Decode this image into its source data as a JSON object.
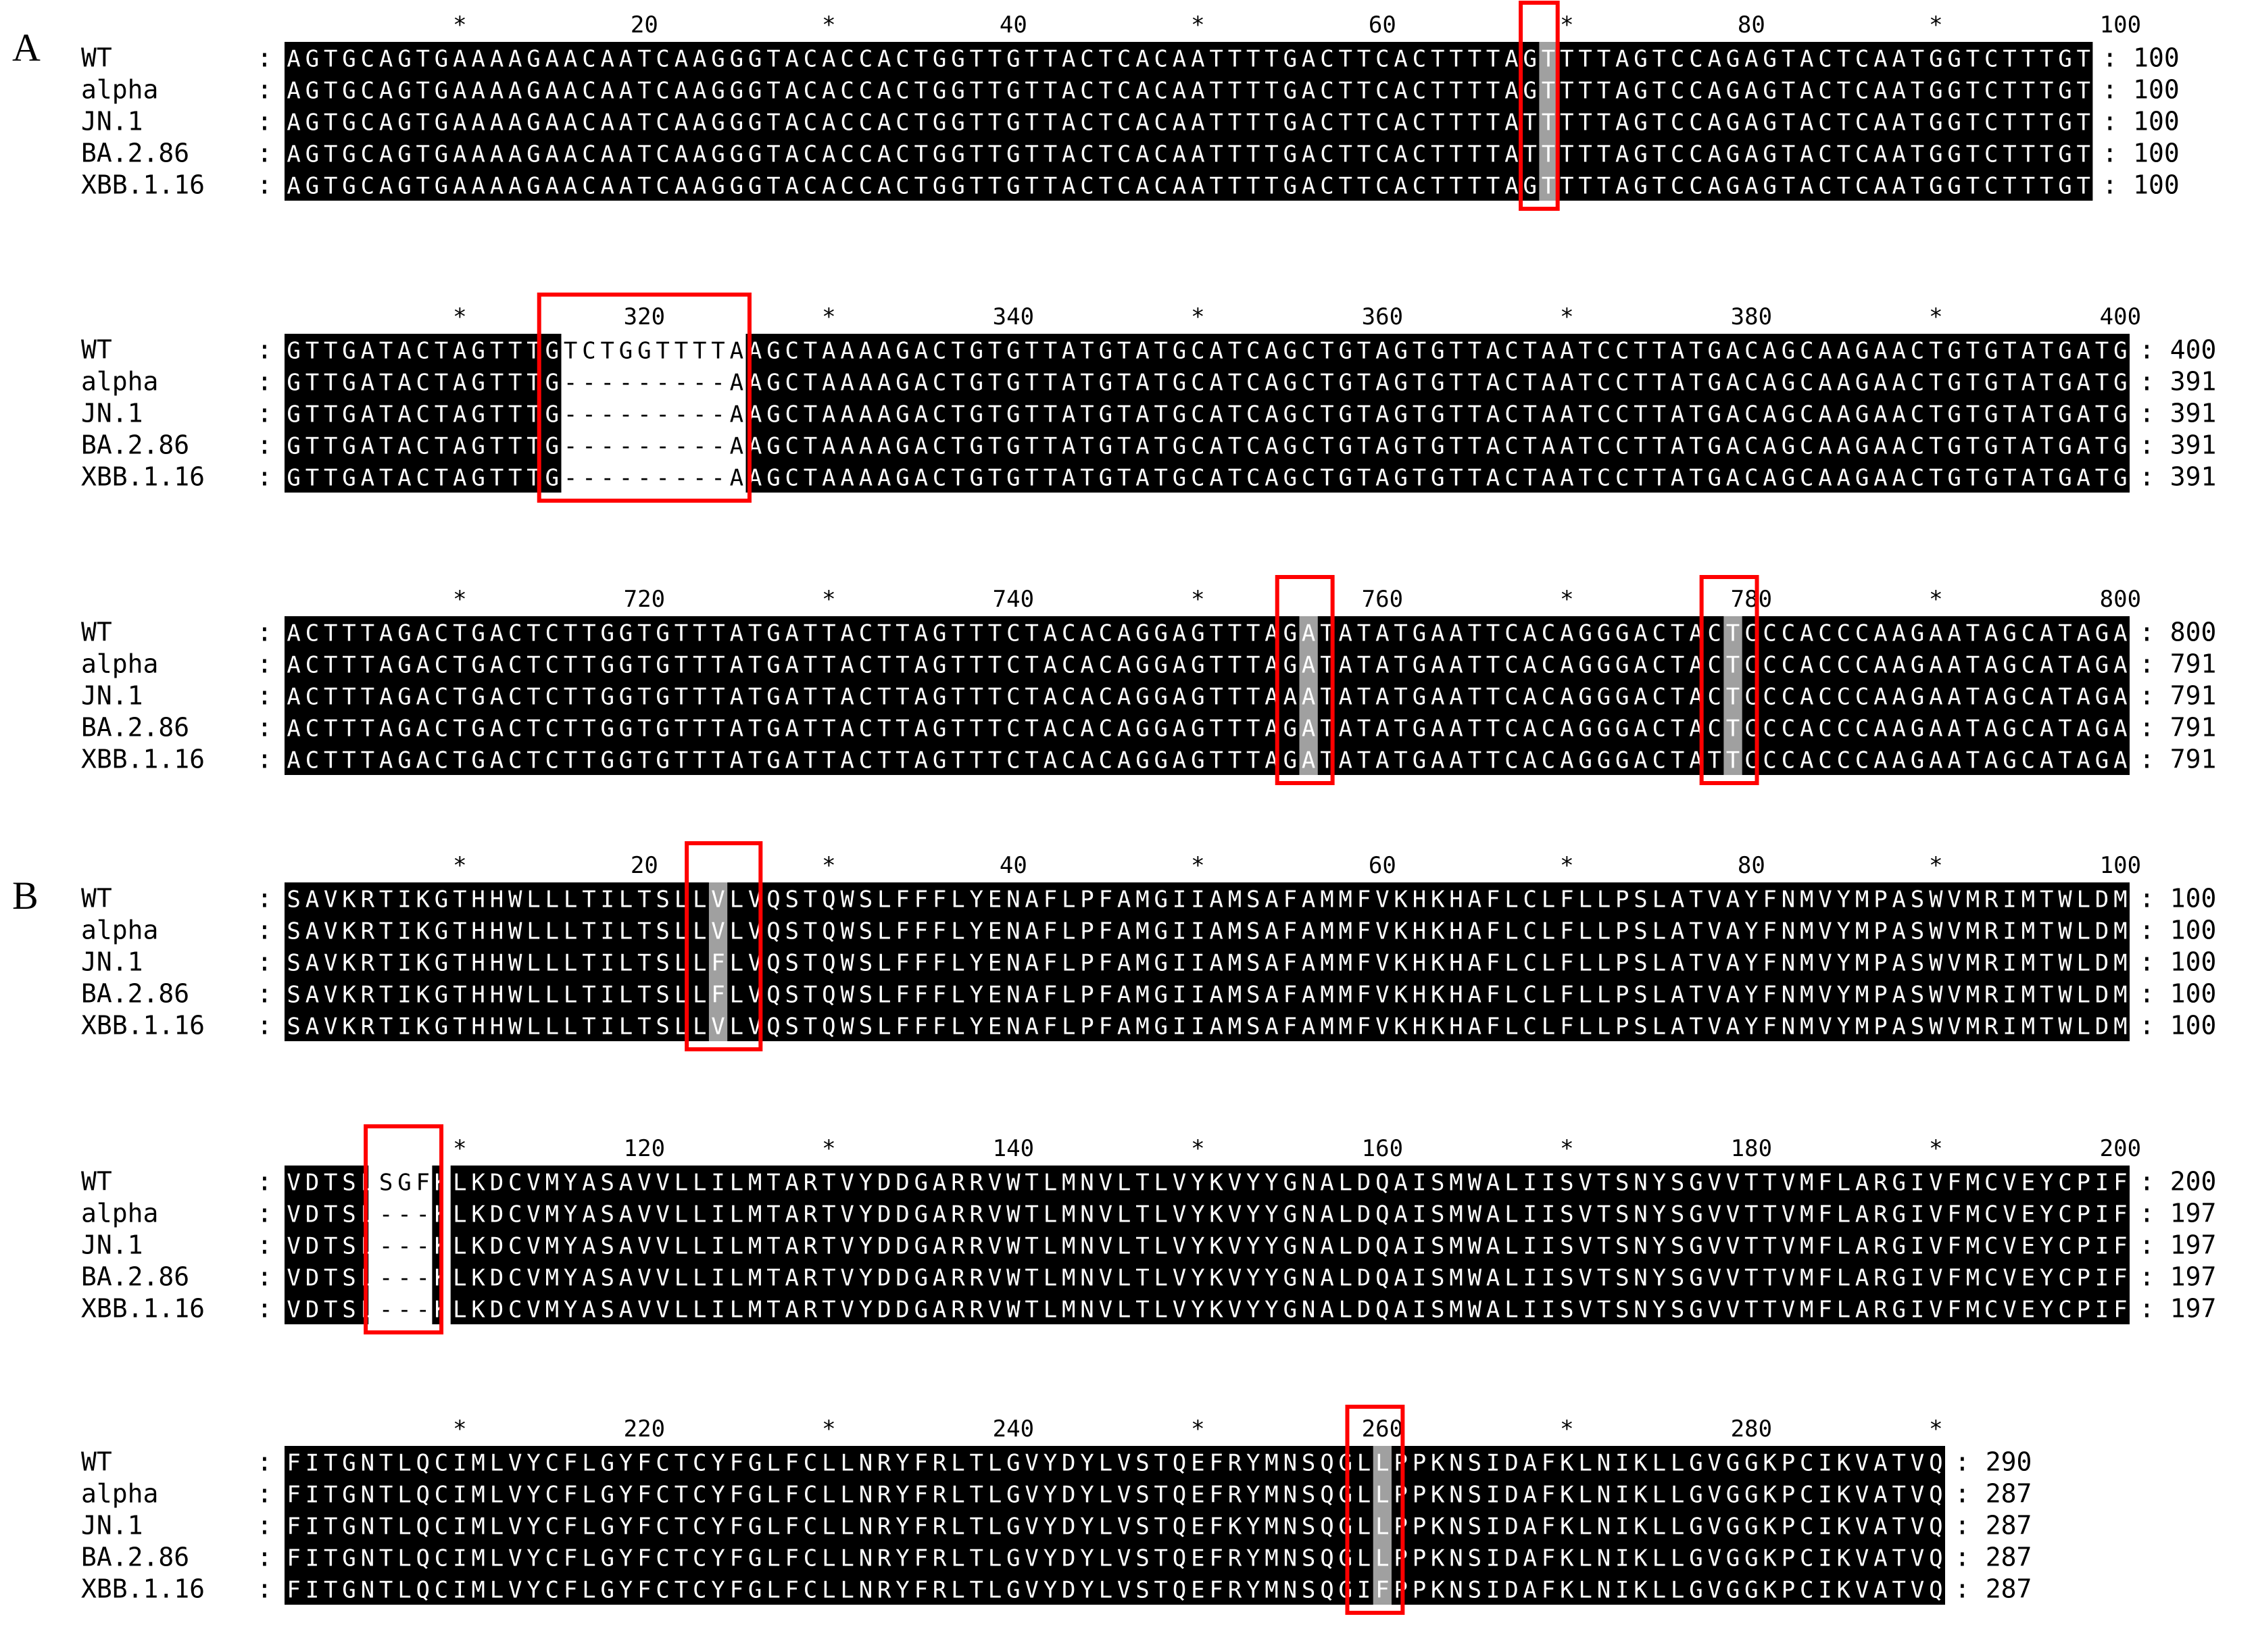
{
  "panels": [
    {
      "letter": "A",
      "blocks": [
        {
          "ruler": [
            "*",
            "20",
            "*",
            "40",
            "*",
            "60",
            "*",
            "80",
            "*",
            "100"
          ],
          "rows": [
            {
              "name": "WT",
              "seq": "AGTGCAGTGAAAAGAACAATCAAGGGTACACCACTGGTTGTTACTCACAATTTTGACTTCACTTTTAGTTTTAGTCCAGAGTACTCAATGGTCTTTGT",
              "end": "100"
            },
            {
              "name": "alpha",
              "seq": "AGTGCAGTGAAAAGAACAATCAAGGGTACACCACTGGTTGTTACTCACAATTTTGACTTCACTTTTAGTTTTAGTCCAGAGTACTCAATGGTCTTTGT",
              "end": "100"
            },
            {
              "name": "JN.1",
              "seq": "AGTGCAGTGAAAAGAACAATCAAGGGTACACCACTGGTTGTTACTCACAATTTTGACTTCACTTTTATTTTTAGTCCAGAGTACTCAATGGTCTTTGT",
              "end": "100"
            },
            {
              "name": "BA.2.86",
              "seq": "AGTGCAGTGAAAAGAACAATCAAGGGTACACCACTGGTTGTTACTCACAATTTTGACTTCACTTTTATTTTTAGTCCAGAGTACTCAATGGTCTTTGT",
              "end": "100"
            },
            {
              "name": "XBB.1.16",
              "seq": "AGTGCAGTGAAAAGAACAATCAAGGGTACACCACTGGTTGTTACTCACAATTTTGACTTCACTTTTAGTTTTAGTCCAGAGTACTCAATGGTCTTTGT",
              "end": "100"
            }
          ],
          "marks": [
            {
              "col": 68,
              "shade": "grey"
            }
          ],
          "boxes": [
            [
              67,
              69
            ]
          ]
        },
        {
          "ruler": [
            "*",
            "320",
            "*",
            "340",
            "*",
            "360",
            "*",
            "380",
            "*",
            "400"
          ],
          "rows": [
            {
              "name": "WT",
              "seq": "GTTGATACTAGTTTGTCTGGTTTTAAGCTAAAAGACTGTGTTATGTATGCATCAGCTGTAGTGTTACTAATCCTTATGACAGCAAGAACTGTGTATGATG",
              "end": "400"
            },
            {
              "name": "alpha",
              "seq": "GTTGATACTAGTTTG---------AAGCTAAAAGACTGTGTTATGTATGCATCAGCTGTAGTGTTACTAATCCTTATGACAGCAAGAACTGTGTATGATG",
              "end": "391"
            },
            {
              "name": "JN.1",
              "seq": "GTTGATACTAGTTTG---------AAGCTAAAAGACTGTGTTATGTATGCATCAGCTGTAGTGTTACTAATCCTTATGACAGCAAGAACTGTGTATGATG",
              "end": "391"
            },
            {
              "name": "BA.2.86",
              "seq": "GTTGATACTAGTTTG---------AAGCTAAAAGACTGTGTTATGTATGCATCAGCTGTAGTGTTACTAATCCTTATGACAGCAAGAACTGTGTATGATG",
              "end": "391"
            },
            {
              "name": "XBB.1.16",
              "seq": "GTTGATACTAGTTTG---------AAGCTAAAAGACTGTGTTATGTATGCATCAGCTGTAGTGTTACTAATCCTTATGACAGCAAGAACTGTGTATGATG",
              "end": "391"
            }
          ],
          "marks": [
            {
              "from": 15,
              "to": 24,
              "shade": "white"
            }
          ],
          "boxes": [
            [
              13.8,
              25.2
            ]
          ]
        },
        {
          "ruler": [
            "*",
            "720",
            "*",
            "740",
            "*",
            "760",
            "*",
            "780",
            "*",
            "800"
          ],
          "rows": [
            {
              "name": "WT",
              "seq": "ACTTTAGACTGACTCTTGGTGTTTATGATTACTTAGTTTCTACACAGGAGTTTAGATATATGAATTCACAGGGACTACTCCCACCCAAGAATAGCATAGA",
              "end": "800"
            },
            {
              "name": "alpha",
              "seq": "ACTTTAGACTGACTCTTGGTGTTTATGATTACTTAGTTTCTACACAGGAGTTTAGATATATGAATTCACAGGGACTACTCCCACCCAAGAATAGCATAGA",
              "end": "791"
            },
            {
              "name": "JN.1",
              "seq": "ACTTTAGACTGACTCTTGGTGTTTATGATTACTTAGTTTCTACACAGGAGTTTAAATATATGAATTCACAGGGACTACTCCCACCCAAGAATAGCATAGA",
              "end": "791"
            },
            {
              "name": "BA.2.86",
              "seq": "ACTTTAGACTGACTCTTGGTGTTTATGATTACTTAGTTTCTACACAGGAGTTTAGATATATGAATTCACAGGGACTACTCCCACCCAAGAATAGCATAGA",
              "end": "791"
            },
            {
              "name": "XBB.1.16",
              "seq": "ACTTTAGACTGACTCTTGGTGTTTATGATTACTTAGTTTCTACACAGGAGTTTAGATATATGAATTCACAGGGACTATTCCCACCCAAGAATAGCATAGA",
              "end": "791"
            }
          ],
          "marks": [
            {
              "col": 55,
              "shade": "grey"
            },
            {
              "col": 78,
              "shade": "grey"
            }
          ],
          "boxes": [
            [
              53.8,
              56.8
            ],
            [
              76.8,
              79.8
            ]
          ]
        }
      ]
    },
    {
      "letter": "B",
      "blocks": [
        {
          "ruler": [
            "*",
            "20",
            "*",
            "40",
            "*",
            "60",
            "*",
            "80",
            "*",
            "100"
          ],
          "rows": [
            {
              "name": "WT",
              "seq": "SAVKRTIKGTHHWLLLTILTSLLVLVQSTQWSLFFFLYENAFLPFAMGIIAMSAFAMMFVKHKHAFLCLFLLPSLATVAYFNMVYMPASWVMRIMTWLDM",
              "end": "100"
            },
            {
              "name": "alpha",
              "seq": "SAVKRTIKGTHHWLLLTILTSLLVLVQSTQWSLFFFLYENAFLPFAMGIIAMSAFAMMFVKHKHAFLCLFLLPSLATVAYFNMVYMPASWVMRIMTWLDM",
              "end": "100"
            },
            {
              "name": "JN.1",
              "seq": "SAVKRTIKGTHHWLLLTILTSLLFLVQSTQWSLFFFLYENAFLPFAMGIIAMSAFAMMFVKHKHAFLCLFLLPSLATVAYFNMVYMPASWVMRIMTWLDM",
              "end": "100"
            },
            {
              "name": "BA.2.86",
              "seq": "SAVKRTIKGTHHWLLLTILTSLLFLVQSTQWSLFFFLYENAFLPFAMGIIAMSAFAMMFVKHKHAFLCLFLLPSLATVAYFNMVYMPASWVMRIMTWLDM",
              "end": "100"
            },
            {
              "name": "XBB.1.16",
              "seq": "SAVKRTIKGTHHWLLLTILTSLLVLVQSTQWSLFFFLYENAFLPFAMGIIAMSAFAMMFVKHKHAFLCLFLLPSLATVAYFNMVYMPASWVMRIMTWLDM",
              "end": "100"
            }
          ],
          "marks": [
            {
              "col": 23,
              "shade": "grey"
            }
          ],
          "boxes": [
            [
              21.8,
              25.8
            ]
          ]
        },
        {
          "ruler": [
            "*",
            "120",
            "*",
            "140",
            "*",
            "160",
            "*",
            "180",
            "*",
            "200"
          ],
          "rows": [
            {
              "name": "WT",
              "seq": "VDTSLSGFKLKDCVMYASAVVLLILMTARTVYDDGARRVWTLMNVLTLVYKVYYGNALDQAISMWALIISVTSNYSGVVTTVMFLARGIVFMCVEYCPIF",
              "end": "200"
            },
            {
              "name": "alpha",
              "seq": "VDTSL---KLKDCVMYASAVVLLILMTARTVYDDGARRVWTLMNVLTLVYKVYYGNALDQAISMWALIISVTSNYSGVVTTVMFLARGIVFMCVEYCPIF",
              "end": "197"
            },
            {
              "name": "JN.1",
              "seq": "VDTSL---KLKDCVMYASAVVLLILMTARTVYDDGARRVWTLMNVLTLVYKVYYGNALDQAISMWALIISVTSNYSGVVTTVMFLARGIVFMCVEYCPIF",
              "end": "197"
            },
            {
              "name": "BA.2.86",
              "seq": "VDTSL---KLKDCVMYASAVVLLILMTARTVYDDGARRVWTLMNVLTLVYKVYYGNALDQAISMWALIISVTSNYSGVVTTVMFLARGIVFMCVEYCPIF",
              "end": "197"
            },
            {
              "name": "XBB.1.16",
              "seq": "VDTSL---KLKDCVMYASAVVLLILMTARTVYDDGARRVWTLMNVLTLVYKVYYGNALDQAISMWALIISVTSNYSGVVTTVMFLARGIVFMCVEYCPIF",
              "end": "197"
            }
          ],
          "marks": [
            {
              "from": 5,
              "to": 7,
              "shade": "white"
            },
            {
              "col": 4,
              "shade": "half"
            },
            {
              "col": 8,
              "shade": "half"
            }
          ],
          "boxes": [
            [
              4.4,
              8.5
            ]
          ]
        },
        {
          "ruler": [
            "*",
            "220",
            "*",
            "240",
            "*",
            "260",
            "*",
            "280",
            "*"
          ],
          "rows": [
            {
              "name": "WT",
              "seq": "FITGNTLQCIMLVYCFLGYFCTCYFGLFCLLNRYFRLTLGVYDYLVSTQEFRYMNSQGLLPPKNSIDAFKLNIKLLGVGGKPCIKVATVQ",
              "end": "290"
            },
            {
              "name": "alpha",
              "seq": "FITGNTLQCIMLVYCFLGYFCTCYFGLFCLLNRYFRLTLGVYDYLVSTQEFRYMNSQGLLPPKNSIDAFKLNIKLLGVGGKPCIKVATVQ",
              "end": "287"
            },
            {
              "name": "JN.1",
              "seq": "FITGNTLQCIMLVYCFLGYFCTCYFGLFCLLNRYFRLTLGVYDYLVSTQEFKYMNSQGLLPPKNSIDAFKLNIKLLGVGGKPCIKVATVQ",
              "end": "287"
            },
            {
              "name": "BA.2.86",
              "seq": "FITGNTLQCIMLVYCFLGYFCTCYFGLFCLLNRYFRLTLGVYDYLVSTQEFRYMNSQGLLPPKNSIDAFKLNIKLLGVGGKPCIKVATVQ",
              "end": "287"
            },
            {
              "name": "XBB.1.16",
              "seq": "FITGNTLQCIMLVYCFLGYFCTCYFGLFCLLNRYFRLTLGVYDYLVSTQEFRYMNSQGIFPPKNSIDAFKLNIKLLGVGGKPCIKVATVQ",
              "end": "287"
            }
          ],
          "marks": [
            {
              "col": 59,
              "shade": "grey"
            }
          ],
          "boxes": [
            [
              57.6,
              60.6
            ]
          ]
        }
      ]
    }
  ],
  "colors": {
    "block": "#000000",
    "seq_text": "#ffffff",
    "grey_cell": "#a0a0a0",
    "box": "#ff0000",
    "label": "#000000"
  }
}
